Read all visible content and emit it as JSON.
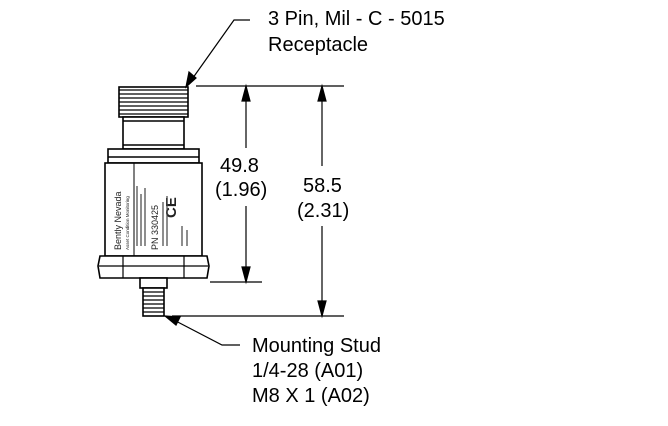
{
  "connector_label": {
    "line1": "3 Pin, Mil - C - 5015",
    "line2": "Receptacle"
  },
  "dimension_inner": {
    "mm": "49.8",
    "inch": "(1.96)"
  },
  "dimension_outer": {
    "mm": "58.5",
    "inch": "(2.31)"
  },
  "stud_label": {
    "line1": "Mounting Stud",
    "line2": "1/4-28 (A01)",
    "line3": "M8 X 1 (A02)"
  },
  "body_marking": {
    "brand": "Bently Nevada",
    "tagline": "Asset Condition Monitoring",
    "pn": "PN 330425",
    "ce_mark": "CE"
  }
}
